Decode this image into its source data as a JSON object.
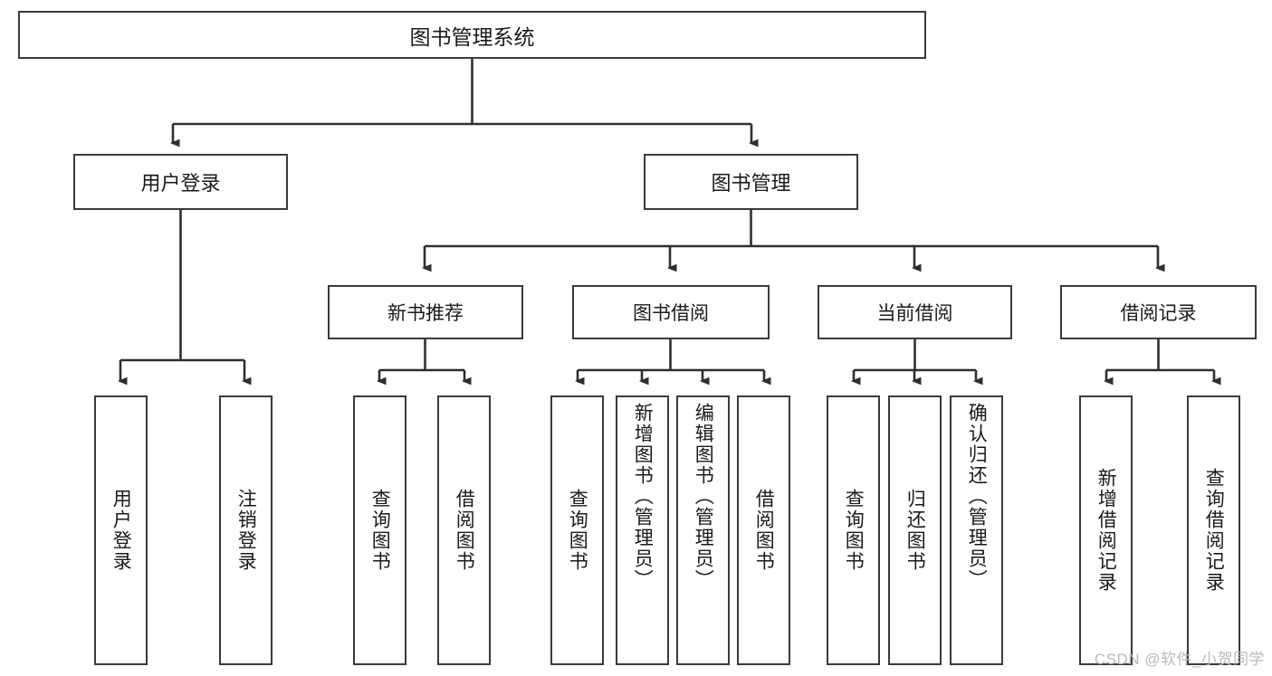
{
  "diagram": {
    "title": "图书管理系统",
    "watermark": "CSDN @软件_小贺同学",
    "root": {
      "label": "图书管理系统"
    },
    "level2": [
      {
        "label": "用户登录"
      },
      {
        "label": "图书管理"
      }
    ],
    "level3": [
      {
        "label": "新书推荐"
      },
      {
        "label": "图书借阅"
      },
      {
        "label": "当前借阅"
      },
      {
        "label": "借阅记录"
      }
    ],
    "leaves": [
      {
        "label": "用户登录"
      },
      {
        "label": "注销登录"
      },
      {
        "label": "查询图书"
      },
      {
        "label": "借阅图书"
      },
      {
        "label": "查询图书"
      },
      {
        "label": "新增图书（管理员）"
      },
      {
        "label": "编辑图书（管理员）"
      },
      {
        "label": "借阅图书"
      },
      {
        "label": "查询图书"
      },
      {
        "label": "归还图书"
      },
      {
        "label": "确认归还（管理员）"
      },
      {
        "label": "新增借阅记录"
      },
      {
        "label": "查询借阅记录"
      }
    ],
    "colors": {
      "border": "#3a3a3a",
      "text": "#1a1a1a",
      "background": "#ffffff",
      "watermark": "#b9b9b9"
    }
  }
}
